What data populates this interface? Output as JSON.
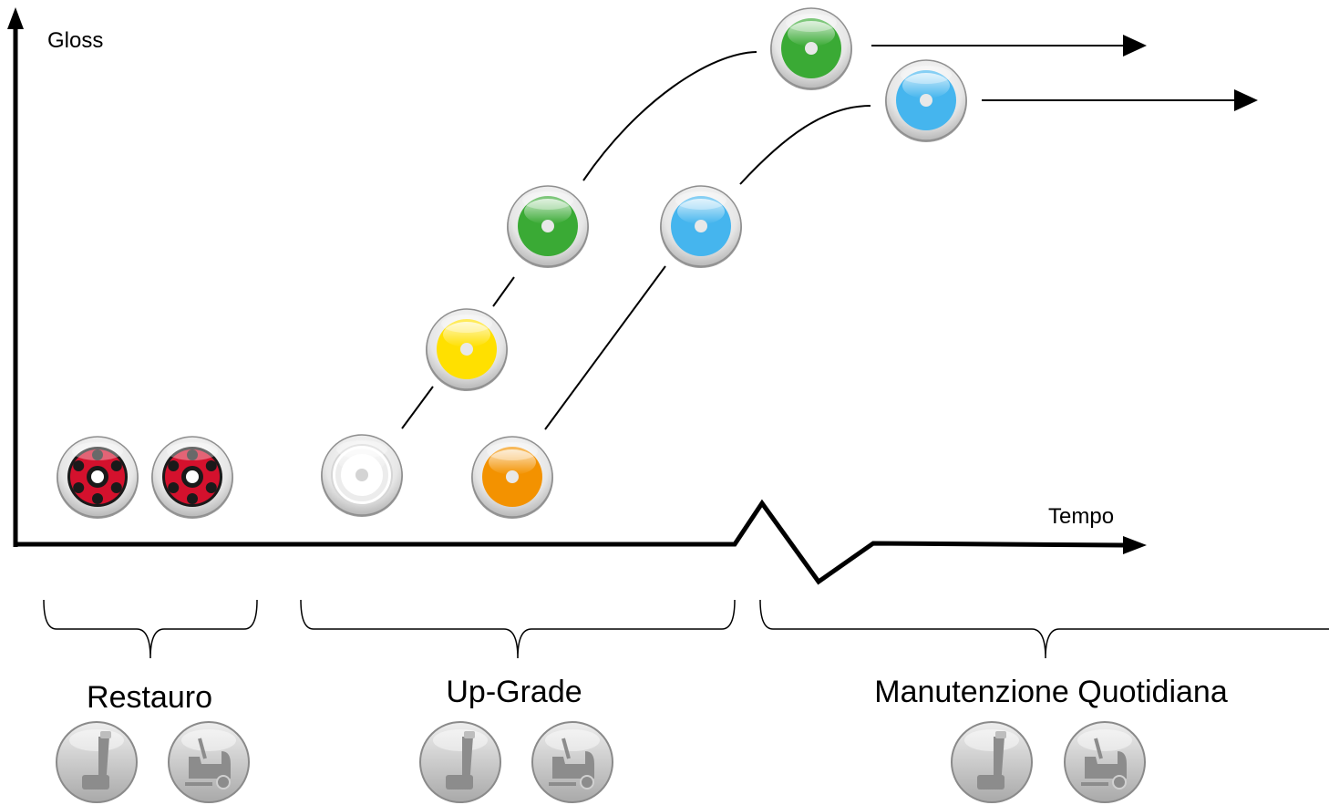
{
  "axes": {
    "y_label": "Gloss",
    "x_label": "Tempo"
  },
  "phases": [
    {
      "label": "Restauro"
    },
    {
      "label": "Up-Grade"
    },
    {
      "label": "Manutenzione Quotidiana"
    }
  ],
  "pads": {
    "restauro": [
      {
        "name": "red-diamond-pad-icon",
        "color": "#d4112d",
        "accent": "#1a1a1a"
      },
      {
        "name": "red-diamond-pad-icon",
        "color": "#d4112d",
        "accent": "#1a1a1a"
      }
    ],
    "sequence_a": [
      {
        "name": "white-pad-icon",
        "color": "#ffffff"
      },
      {
        "name": "yellow-pad-icon",
        "color": "#ffe000"
      },
      {
        "name": "green-pad-icon",
        "color": "#3aaa35"
      },
      {
        "name": "green-pad-icon",
        "color": "#3aaa35"
      }
    ],
    "sequence_b": [
      {
        "name": "orange-pad-icon",
        "color": "#f39200"
      },
      {
        "name": "blue-pad-icon",
        "color": "#45b5ee"
      },
      {
        "name": "blue-pad-icon",
        "color": "#45b5ee"
      }
    ]
  },
  "machines": [
    "single-disc-machine-icon",
    "scrubber-dryer-icon"
  ]
}
